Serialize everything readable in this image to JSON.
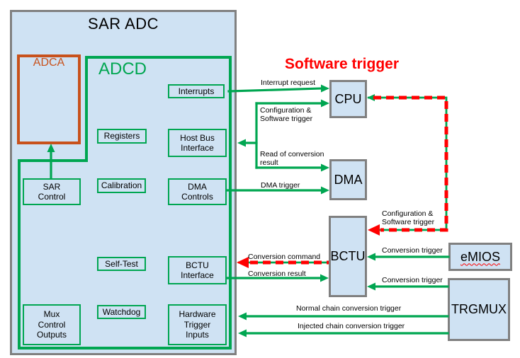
{
  "diagram": {
    "sar_adc": {
      "title": "SAR ADC"
    },
    "adca": {
      "label": "ADCA"
    },
    "adcd": {
      "label": "ADCD"
    },
    "software_trigger_heading": "Software trigger",
    "inner_blocks": {
      "interrupts": "Interrupts",
      "registers": "Registers",
      "host_bus_interface": "Host Bus Interface",
      "calibration": "Calibration",
      "dma_controls": "DMA Controls",
      "sar_control": "SAR Control",
      "self_test": "Self-Test",
      "bctu_interface": "BCTU Interface",
      "watchdog": "Watchdog",
      "mux_control_outputs": "Mux Control Outputs",
      "hardware_trigger_inputs": "Hardware Trigger Inputs"
    },
    "external_blocks": {
      "cpu": "CPU",
      "dma": "DMA",
      "bctu": "BCTU",
      "emios": "eMIOS",
      "trgmux": "TRGMUX"
    },
    "connection_labels": {
      "interrupt_request": "Interrupt request",
      "configuration_software_trigger_cpu": "Configuration & Software trigger",
      "read_of_conversion_result": "Read of conversion result",
      "dma_trigger": "DMA trigger",
      "configuration_software_trigger_bctu": "Configuration & Software trigger",
      "conversion_command": "Conversion command",
      "conversion_result": "Conversion result",
      "conversion_trigger_emios": "Conversion trigger",
      "conversion_trigger_trgmux": "Conversion trigger",
      "normal_chain_conversion_trigger": "Normal chain conversion trigger",
      "injected_chain_conversion_trigger": "Injected chain conversion trigger"
    },
    "colors": {
      "block_fill": "#CFE2F3",
      "green": "#00A651",
      "orange": "#C8511B",
      "red": "#FF0000",
      "gray_border": "#808080",
      "text": "#000000"
    }
  }
}
